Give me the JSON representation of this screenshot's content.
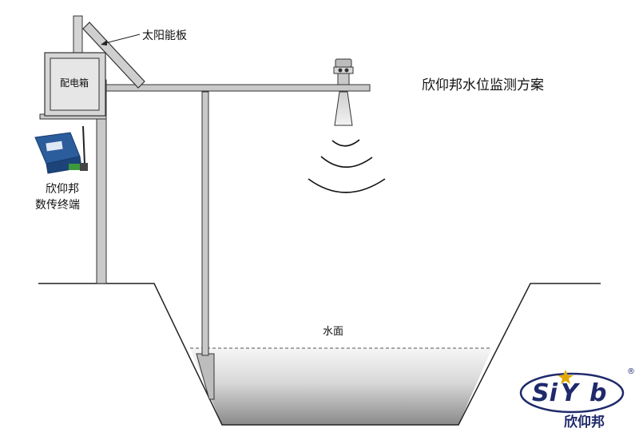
{
  "title": "欣仰邦水位监测方案",
  "labels": {
    "solar_panel": "太阳能板",
    "control_box": "配电箱",
    "rtu_line1": "欣仰邦",
    "rtu_line2": "数传终端",
    "water_surface": "水面"
  },
  "logo": {
    "wordmark": "SiYb",
    "name": "欣仰邦",
    "registered": "®",
    "colors": {
      "navy": "#1e2a6b",
      "gold": "#e0a800"
    }
  },
  "colors": {
    "structure_fill": "#c9c9c9",
    "structure_stroke": "#333333",
    "water_top": "#f4f4f4",
    "water_bottom": "#8e8e8e"
  }
}
